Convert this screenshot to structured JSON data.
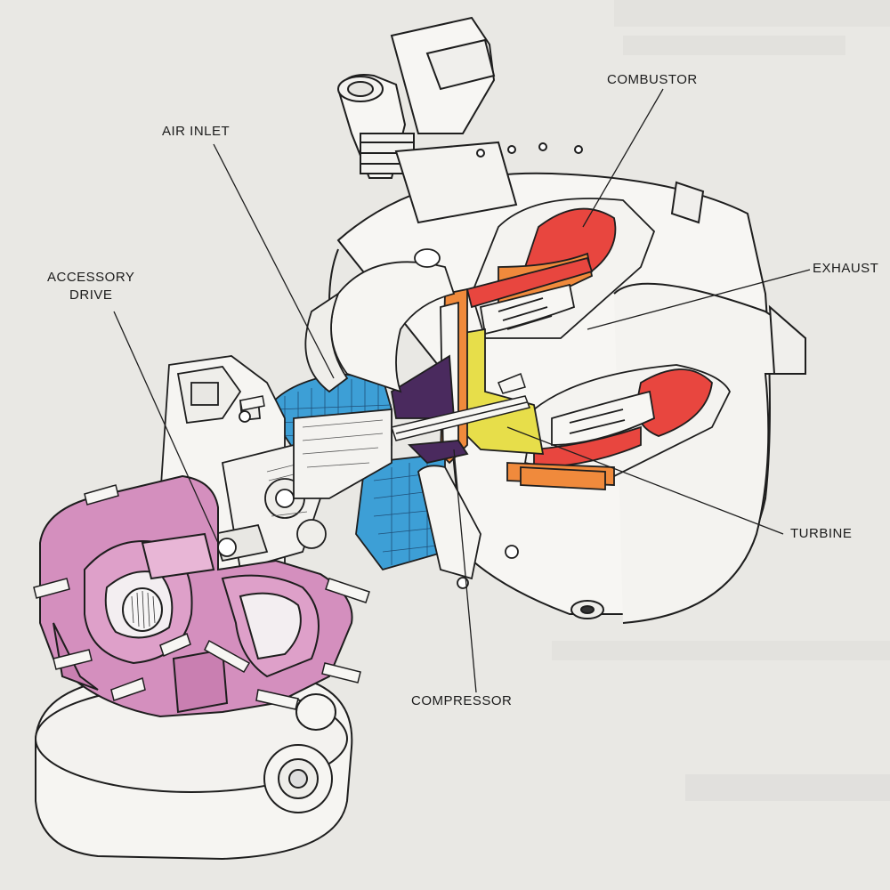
{
  "labels": {
    "combustor": "COMBUSTOR",
    "air_inlet": "AIR INLET",
    "accessory_drive_line1": "ACCESSORY",
    "accessory_drive_line2": "DRIVE",
    "exhaust": "EXHAUST",
    "turbine": "TURBINE",
    "compressor": "COMPRESSOR"
  },
  "colors": {
    "background": "#e9e8e4",
    "combustor": "#e8463f",
    "liner": "#f08a3c",
    "compressor": "#3d9fd6",
    "turbine": "#e7de4a",
    "shaft_section": "#4a2a5e",
    "gearbox": "#d48fbe",
    "outline": "#1e1e1e"
  }
}
